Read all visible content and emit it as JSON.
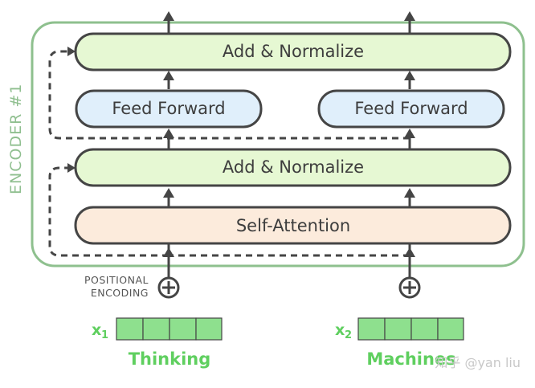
{
  "encoder_label": "ENCODER #1",
  "blocks": {
    "add_normalize_top": "Add & Normalize",
    "feed_forward_left": "Feed Forward",
    "feed_forward_right": "Feed Forward",
    "add_normalize_bottom": "Add & Normalize",
    "self_attention": "Self-Attention"
  },
  "positional_encoding": {
    "line1": "POSITIONAL",
    "line2": "ENCODING"
  },
  "inputs": [
    {
      "var": "x",
      "sub": "1",
      "word": "Thinking"
    },
    {
      "var": "x",
      "sub": "2",
      "word": "Machines"
    }
  ],
  "watermark": "知乎 @yan liu",
  "colors": {
    "encoder_border": "#8ec08e",
    "add_norm_fill": "#e6f8d3",
    "feed_forward_fill": "#e0effb",
    "self_attention_fill": "#fcebdc",
    "box_border": "#454545",
    "vector_fill": "#8ee08e",
    "input_text": "#5fcf5f"
  }
}
